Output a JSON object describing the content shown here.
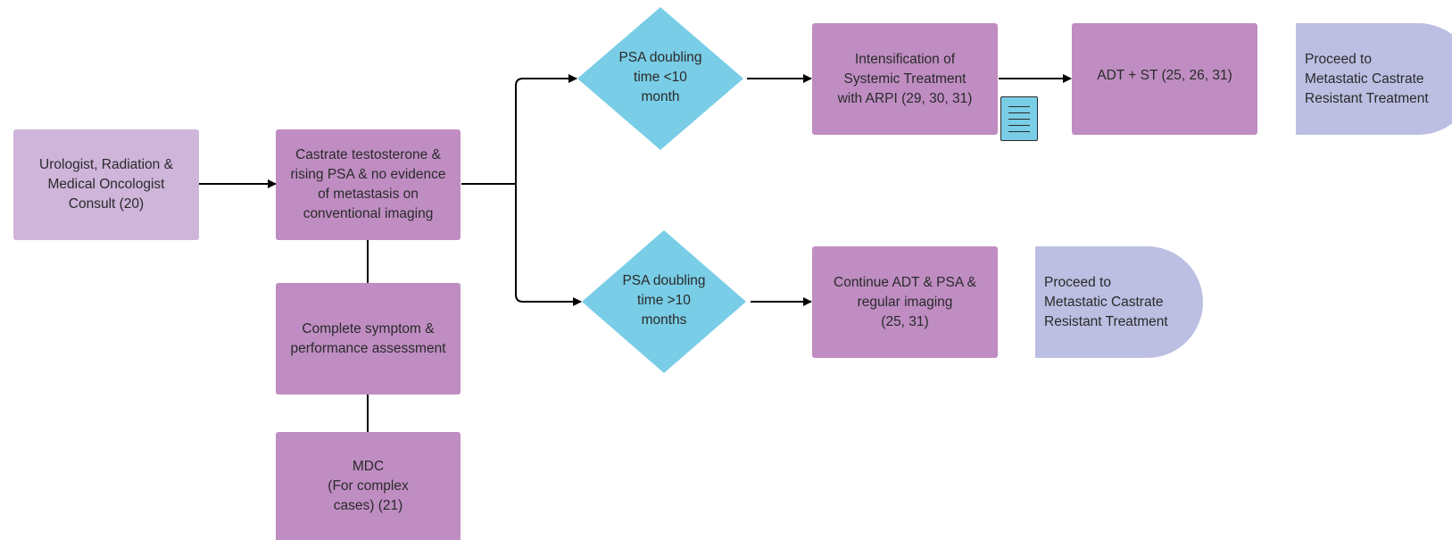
{
  "colors": {
    "consult_box": "#cfb5da",
    "process_box": "#bf8dc2",
    "decision": "#79cde6",
    "terminal": "#bcbfe2",
    "connector": "#000000"
  },
  "nodes": {
    "consult": "Urologist, Radiation &\nMedical Oncologist\nConsult (20)",
    "castrate": "Castrate testosterone &\nrising PSA & no evidence\nof metastasis on\nconventional imaging",
    "symptom": "Complete symptom &\nperformance assessment",
    "mdc": "MDC\n(For complex\ncases) (21)",
    "psa_lt": "PSA doubling\ntime <10\nmonth",
    "psa_gt": "PSA doubling\ntime >10\nmonths",
    "intensify": "Intensification of\nSystemic Treatment\nwith ARPI (29, 30, 31)",
    "adt_st": "ADT + ST (25, 26, 31)",
    "continue": "Continue ADT & PSA &\nregular imaging\n(25, 31)",
    "proceed_top": "Proceed to\nMetastatic Castrate\nResistant Treatment",
    "proceed_bottom": "Proceed to\nMetastatic Castrate\nResistant Treatment"
  },
  "icons": {
    "document": "document-icon"
  }
}
